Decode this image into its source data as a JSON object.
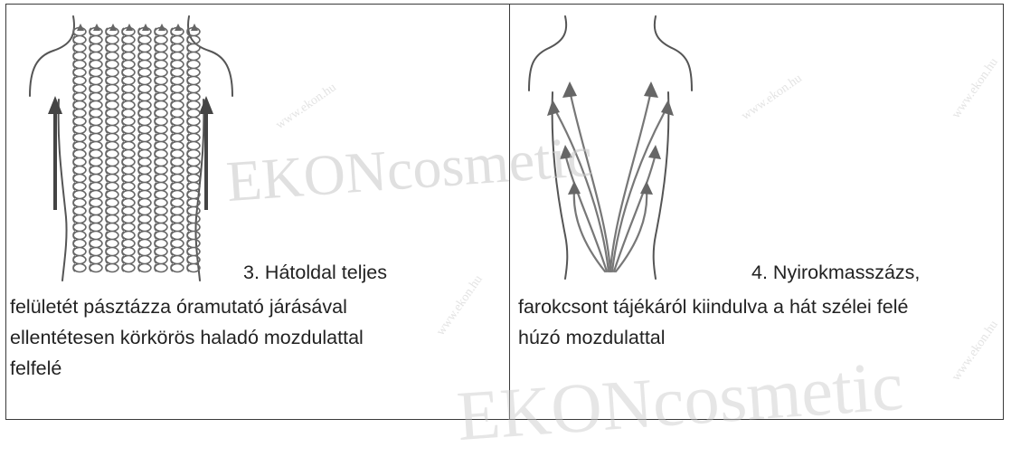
{
  "steps": [
    {
      "number": "3.",
      "title_line": "Hátoldal teljes",
      "lines": [
        "felületét pásztázza óramutató járásával",
        "ellentétesen körkörös haladó mozdulattal",
        "felfelé"
      ],
      "illustration_icon": "back-circular-massage-icon"
    },
    {
      "number": "4.",
      "title_line": "Nyirokmasszázs,",
      "lines": [
        "farokcsont tájékáról kiindulva a hát szélei felé",
        "húzó mozdulattal"
      ],
      "illustration_icon": "back-lymph-arrows-icon"
    }
  ],
  "watermark": {
    "brand": "EKONcosmetic",
    "site": "www.ekon.hu"
  }
}
